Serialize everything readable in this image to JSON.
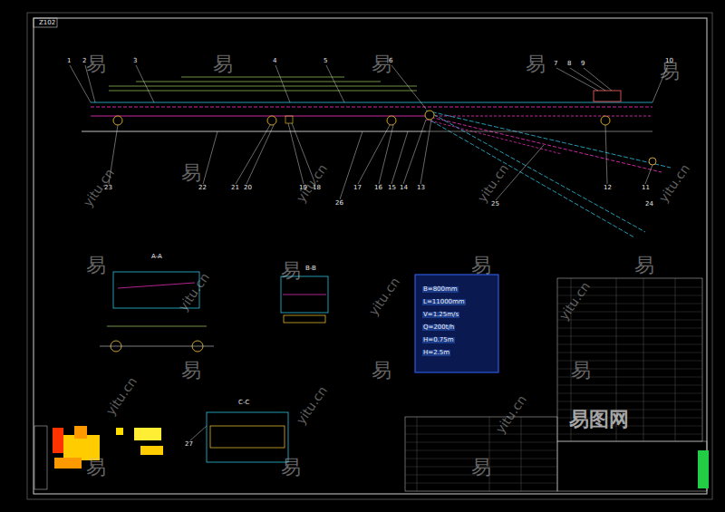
{
  "diagram": {
    "title": "Z102",
    "labels": [
      "1",
      "2",
      "3",
      "4",
      "5",
      "6",
      "7",
      "8",
      "9",
      "10",
      "23",
      "22",
      "21",
      "20",
      "19",
      "18",
      "17",
      "16",
      "15",
      "14",
      "13",
      "12",
      "11",
      "24",
      "26",
      "25",
      "27",
      "A-A",
      "B-B",
      "C-C",
      "B=800mm",
      "L=11000mm",
      "V=1.25m/s",
      "Q=200t/h",
      "H=0.75m",
      "H=2.5m",
      "易",
      "易",
      "易",
      "易",
      "易",
      "易",
      "易",
      "易",
      "易",
      "易",
      "易",
      "易",
      "易",
      "易",
      "易",
      "易",
      "yitu.cn",
      "yitu.cn",
      "yitu.cn",
      "yitu.cn",
      "yitu.cn",
      "yitu.cn",
      "yitu.cn",
      "yitu.cn",
      "yitu.cn",
      "yitu.cn",
      "易图网"
    ]
  }
}
